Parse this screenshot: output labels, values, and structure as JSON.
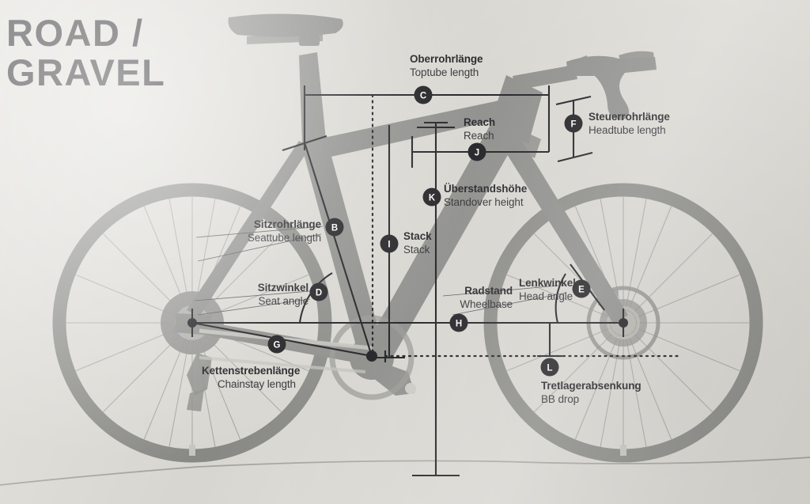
{
  "poster": {
    "title_line1": "ROAD /",
    "title_line2": "GRAVEL",
    "background_color": "#dcdad4",
    "ink_color": "#17171b",
    "bike_color": "#8d8d8a"
  },
  "diagram": {
    "type": "bicycle-geometry",
    "subject": "Road / gravel bike frame geometry measurements",
    "measurements": [
      {
        "marker": "B",
        "de": "Sitzrohrlänge",
        "en": "Seattube length"
      },
      {
        "marker": "C",
        "de": "Oberrohrlänge",
        "en": "Toptube length"
      },
      {
        "marker": "D",
        "de": "Sitzwinkel",
        "en": "Seat angle"
      },
      {
        "marker": "E",
        "de": "Lenkwinkel",
        "en": "Head angle"
      },
      {
        "marker": "F",
        "de": "Steuerrohrlänge",
        "en": "Headtube length"
      },
      {
        "marker": "G",
        "de": "Kettenstrebenlänge",
        "en": "Chainstay length"
      },
      {
        "marker": "H",
        "de": "Radstand",
        "en": "Wheelbase"
      },
      {
        "marker": "I",
        "de": "Stack",
        "en": "Stack"
      },
      {
        "marker": "J",
        "de": "Reach",
        "en": "Reach"
      },
      {
        "marker": "K",
        "de": "Überstandshöhe",
        "en": "Standover height"
      },
      {
        "marker": "L",
        "de": "Tretlagerabsenkung",
        "en": "BB drop"
      }
    ]
  }
}
